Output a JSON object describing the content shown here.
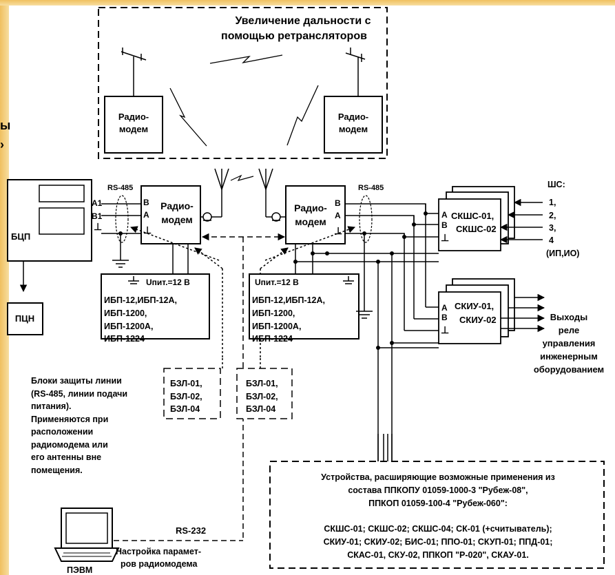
{
  "edge_fragments": {
    "top": "ы",
    "bottom": "›"
  },
  "repeater_box": {
    "title_line1": "Увеличение дальности с",
    "title_line2": "помощью ретрансляторов",
    "modem_left": [
      "Радио-",
      "модем"
    ],
    "modem_right": [
      "Радио-",
      "модем"
    ]
  },
  "bcp": {
    "label": "БЦП",
    "a1": "A1",
    "b1": "B1"
  },
  "pcn": {
    "label": "ПЦН"
  },
  "rs485_left": "RS-485",
  "rs485_right": "RS-485",
  "modem_center_left": {
    "lines": [
      "Радио-",
      "модем"
    ],
    "b": "B",
    "a": "A"
  },
  "modem_center_right": {
    "lines": [
      "Радио-",
      "модем"
    ],
    "b": "B",
    "a": "A"
  },
  "psu_left": {
    "supply": "Uпит.=12 В",
    "lines": [
      "ИБП-12,ИБП-12А,",
      "ИБП-1200,",
      "ИБП-1200А,",
      "ИБП-1224"
    ]
  },
  "psu_right": {
    "supply": "Uпит.=12 В",
    "lines": [
      "ИБП-12,ИБП-12А,",
      "ИБП-1200,",
      "ИБП-1200А,",
      "ИБП-1224"
    ]
  },
  "skshs": {
    "a": "A",
    "b": "B",
    "lines": [
      "СКШС-01,",
      "СКШС-02"
    ]
  },
  "skiu": {
    "a": "A",
    "b": "B",
    "lines": [
      "СКИУ-01,",
      "СКИУ-02"
    ]
  },
  "shs_labels": [
    "ШС:",
    "1,",
    "2,",
    "3,",
    "4",
    "(ИП,ИО)"
  ],
  "relay_outputs": [
    "Выходы",
    "реле",
    "управления",
    "инженерным",
    "оборудованием"
  ],
  "line_protection_note": [
    "Блоки защиты линии",
    "(RS-485, линии подачи",
    "питания).",
    "Применяются при",
    "расположении",
    "радиомодема или",
    "его антенны вне",
    "помещения."
  ],
  "bzl_left": [
    "БЗЛ-01,",
    "БЗЛ-02,",
    "БЗЛ-04"
  ],
  "bzl_right": [
    "БЗЛ-01,",
    "БЗЛ-02,",
    "БЗЛ-04"
  ],
  "devices_box": {
    "lines": [
      "Устройства, расширяющие возможные применения из",
      "состава ППКОПУ 01059-1000-3 \"Рубеж-08\",",
      "ППКОП 01059-100-4 \"Рубеж-060\":",
      "",
      "СКШС-01; СКШС-02; СКШС-04; СК-01 (+считыватель);",
      "СКИУ-01; СКИУ-02; БИС-01; ППО-01; СКУП-01; ППД-01;",
      "СКАС-01, СКУ-02, ППКОП \"Р-020\", СКАУ-01."
    ]
  },
  "rs232": "RS-232",
  "config_note": [
    "Настройка парамет-",
    "ров радиомодема"
  ],
  "pc_label": "ПЭВМ"
}
